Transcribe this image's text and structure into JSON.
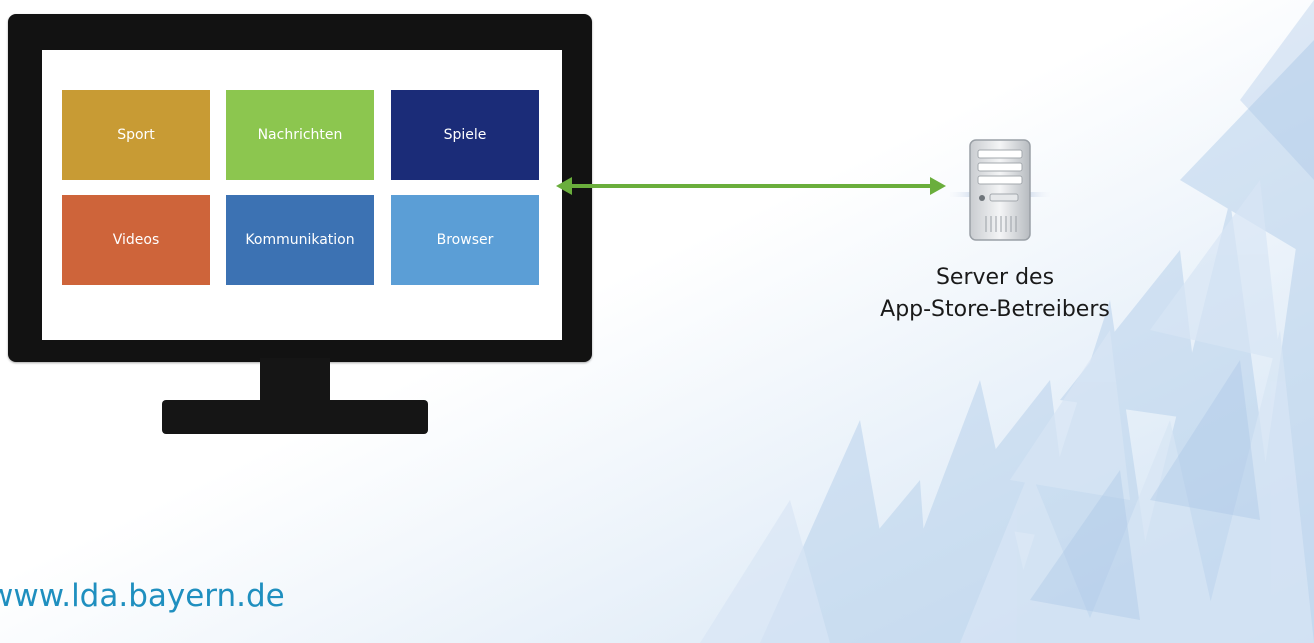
{
  "tiles": [
    {
      "label": "Sport",
      "color": "#C89B34"
    },
    {
      "label": "Nachrichten",
      "color": "#8CC64F"
    },
    {
      "label": "Spiele",
      "color": "#1B2C78"
    },
    {
      "label": "Videos",
      "color": "#CE643A"
    },
    {
      "label": "Kommunikation",
      "color": "#3C72B3"
    },
    {
      "label": "Browser",
      "color": "#5B9ED6"
    }
  ],
  "server": {
    "label_line1": "Server des",
    "label_line2": "App-Store-Betreibers"
  },
  "footer": {
    "url": "www.lda.bayern.de"
  },
  "colors": {
    "arrow": "#6AAE3C",
    "url": "#1F8FBF",
    "monitor": "#121212"
  }
}
